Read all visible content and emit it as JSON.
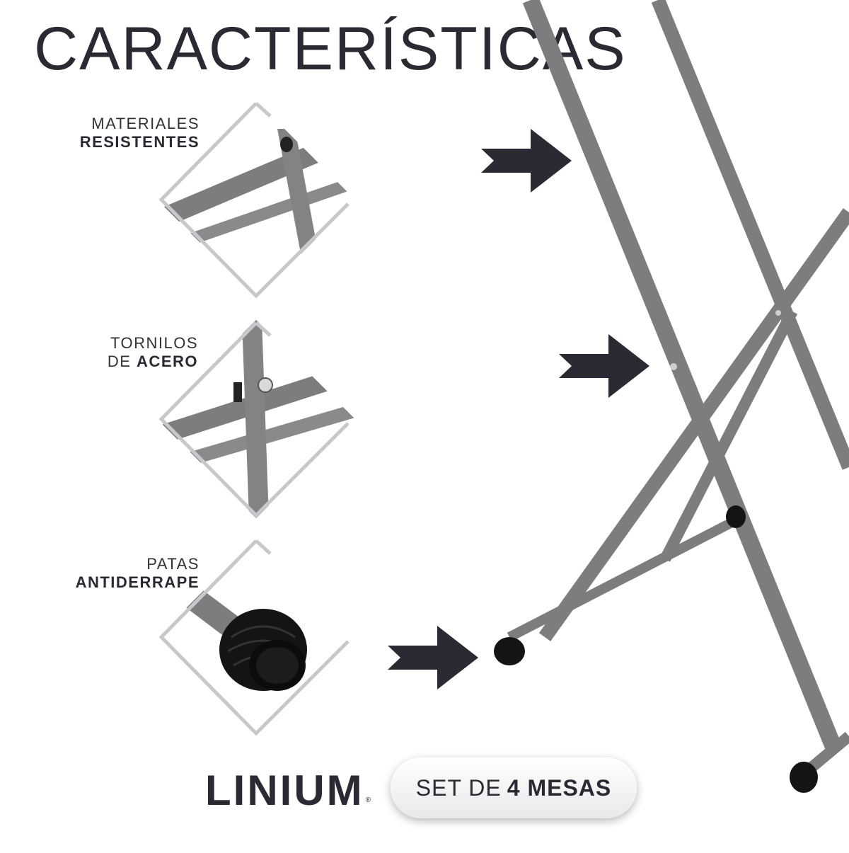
{
  "title": "CARACTERÍSTICAS",
  "features": [
    {
      "line1": "MATERIALES",
      "line2_light": "",
      "line2_strong": "RESISTENTES"
    },
    {
      "line1": "TORNILOS",
      "line2_light": "DE",
      "line2_strong": "ACERO"
    },
    {
      "line1": "PATAS",
      "line2_light": "",
      "line2_strong": "ANTIDERRAPE"
    }
  ],
  "brand": {
    "name": "LINIUM",
    "mark": "®"
  },
  "badge": {
    "text_light": "SET DE",
    "text_strong": "4 MESAS"
  },
  "colors": {
    "dark": "#2b2a33",
    "metal": "#7d7d80",
    "outline": "#c8c8cc",
    "rubber": "#141414"
  },
  "icons": [
    "arrow-right-icon",
    "arrow-right-icon",
    "arrow-right-icon"
  ]
}
